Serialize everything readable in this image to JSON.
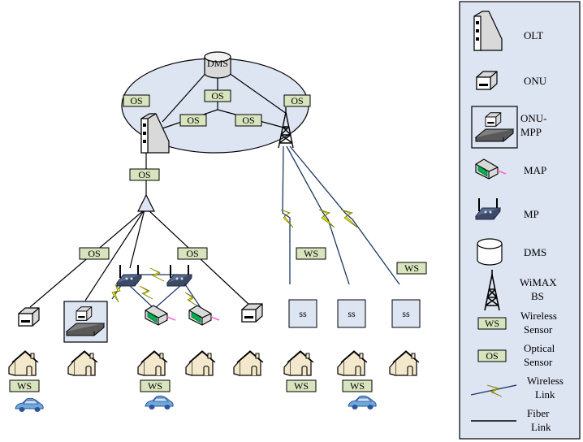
{
  "nodes": {
    "dms_label": "DMS",
    "os_label": "OS",
    "ws_label": "WS",
    "ss_label": "ss"
  },
  "legend": {
    "items": [
      {
        "label": "OLT",
        "icon": "olt-icon"
      },
      {
        "label": "ONU",
        "icon": "onu-icon"
      },
      {
        "label": "ONU-\nMPP",
        "icon": "onu-mpp-icon"
      },
      {
        "label": "MAP",
        "icon": "map-icon"
      },
      {
        "label": "MP",
        "icon": "mp-icon"
      },
      {
        "label": "DMS",
        "icon": "dms-icon"
      },
      {
        "label": "WiMAX\nBS",
        "icon": "wimax-tower-icon"
      },
      {
        "label": "Wireless\nSensor",
        "icon": "ws-box-icon"
      },
      {
        "label": "Optical\nSensor",
        "icon": "os-box-icon"
      },
      {
        "label": "Wireless\nLink",
        "icon": "wireless-link-icon"
      },
      {
        "label": "Fiber\nLink",
        "icon": "fiber-link-icon"
      }
    ],
    "legend_ws": "WS",
    "legend_os": "OS"
  },
  "colors": {
    "ellipse_fill": "#dde4f2",
    "sensor_fill": "#d7e4bd",
    "ss_fill": "#dde4f2",
    "lightning": "#ffff00",
    "wireless_line": "#1f3864",
    "map_green": "#00b050",
    "map_pink": "#ff66cc"
  }
}
